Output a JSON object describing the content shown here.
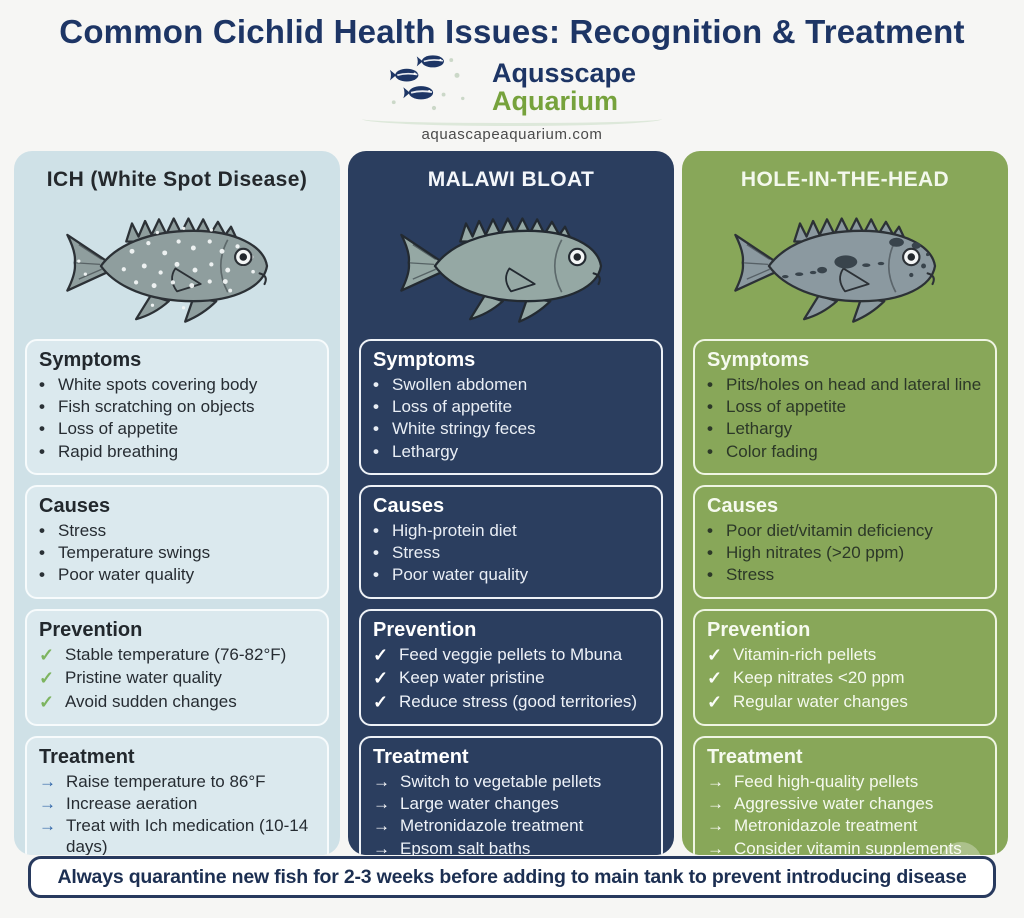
{
  "page": {
    "title": "Common Cichlid Health Issues: Recognition & Treatment",
    "logo": {
      "line1": "Aqusscape",
      "line2": "Aquarium",
      "website": "aquascapeaquarium.com"
    },
    "footer": "Always quarantine new fish for 2-3 weeks before adding to main tank to prevent introducing disease"
  },
  "icons": {
    "bullet": "•",
    "check": "✓",
    "arrow": "→"
  },
  "themes": {
    "light": {
      "bg": "#cfe1e7",
      "boxBg": "#dbe9ee",
      "boxBorder": "#f7fbfc",
      "titleColor": "#24282c",
      "heading": "#22282d",
      "bulletColor": "#2a3136",
      "bulletText": "#262c32",
      "checkColor": "#7db45f",
      "checkText": "#262c32",
      "arrowColor": "#2d63a7",
      "arrowText": "#262c32",
      "fishBody": "#8f9e9e",
      "fishLine": "#2c3136"
    },
    "navy": {
      "bg": "#2b3e5f",
      "boxBg": "#2b3e5f",
      "boxBorder": "#eef2f7",
      "titleColor": "#f4f7fb",
      "heading": "#ffffff",
      "bulletColor": "#e8edf4",
      "bulletText": "#e9eef5",
      "checkColor": "#ffffff",
      "checkText": "#eef2f8",
      "arrowColor": "#ffffff",
      "arrowText": "#eef2f8",
      "fishBody": "#95a8a4",
      "fishLine": "#232a31"
    },
    "green": {
      "bg": "#88a759",
      "boxBg": "#88a759",
      "boxBorder": "#eff5e3",
      "titleColor": "#f3f8ec",
      "heading": "#f6faef",
      "bulletColor": "#2c3828",
      "bulletText": "#2c3828",
      "checkColor": "#fbfdf8",
      "checkText": "#f5f9ee",
      "arrowColor": "#fbfdf8",
      "arrowText": "#f5f9ee",
      "fishBody": "#8b99a0",
      "fishLine": "#2c3136"
    }
  },
  "columns": [
    {
      "id": "ich",
      "title": "ICH (White Spot Disease)",
      "theme": "light",
      "fish": "white-spots",
      "sections": [
        {
          "heading": "Symptoms",
          "marker": "bullet",
          "items": [
            "White spots covering body",
            "Fish scratching on objects",
            "Loss of appetite",
            "Rapid breathing"
          ]
        },
        {
          "heading": "Causes",
          "marker": "bullet",
          "items": [
            "Stress",
            "Temperature swings",
            "Poor water quality"
          ]
        },
        {
          "heading": "Prevention",
          "marker": "check",
          "items": [
            "Stable temperature (76-82°F)",
            "Pristine water quality",
            "Avoid sudden changes"
          ]
        },
        {
          "heading": "Treatment",
          "marker": "arrow",
          "items": [
            "Raise temperature to 86°F",
            "Increase aeration",
            "Treat with Ich medication (10-14 days)"
          ]
        }
      ]
    },
    {
      "id": "malawi-bloat",
      "title": "MALAWI BLOAT",
      "theme": "navy",
      "fish": "plain",
      "sections": [
        {
          "heading": "Symptoms",
          "marker": "bullet",
          "items": [
            "Swollen abdomen",
            "Loss of appetite",
            "White stringy feces",
            "Lethargy"
          ]
        },
        {
          "heading": "Causes",
          "marker": "bullet",
          "items": [
            "High-protein diet",
            "Stress",
            "Poor water quality"
          ]
        },
        {
          "heading": "Prevention",
          "marker": "check",
          "items": [
            "Feed veggie pellets to Mbuna",
            "Keep water pristine",
            "Reduce stress (good territories)"
          ]
        },
        {
          "heading": "Treatment",
          "marker": "arrow",
          "items": [
            "Switch to vegetable pellets",
            "Large water changes",
            "Metronidazole treatment",
            "Epsom salt baths"
          ]
        }
      ]
    },
    {
      "id": "hole-in-the-head",
      "title": "HOLE-IN-THE-HEAD",
      "theme": "green",
      "fish": "dark-patches",
      "sections": [
        {
          "heading": "Symptoms",
          "marker": "bullet",
          "items": [
            "Pits/holes on head and lateral line",
            "Loss of appetite",
            "Lethargy",
            "Color fading"
          ]
        },
        {
          "heading": "Causes",
          "marker": "bullet",
          "items": [
            "Poor diet/vitamin deficiency",
            "High nitrates (>20 ppm)",
            "Stress"
          ]
        },
        {
          "heading": "Prevention",
          "marker": "check",
          "items": [
            "Vitamin-rich pellets",
            "Keep nitrates <20 ppm",
            "Regular water changes"
          ]
        },
        {
          "heading": "Treatment",
          "marker": "arrow",
          "items": [
            "Feed high-quality pellets",
            "Aggressive water changes",
            "Metronidazole treatment",
            "Consider vitamin supplements"
          ]
        }
      ]
    }
  ]
}
